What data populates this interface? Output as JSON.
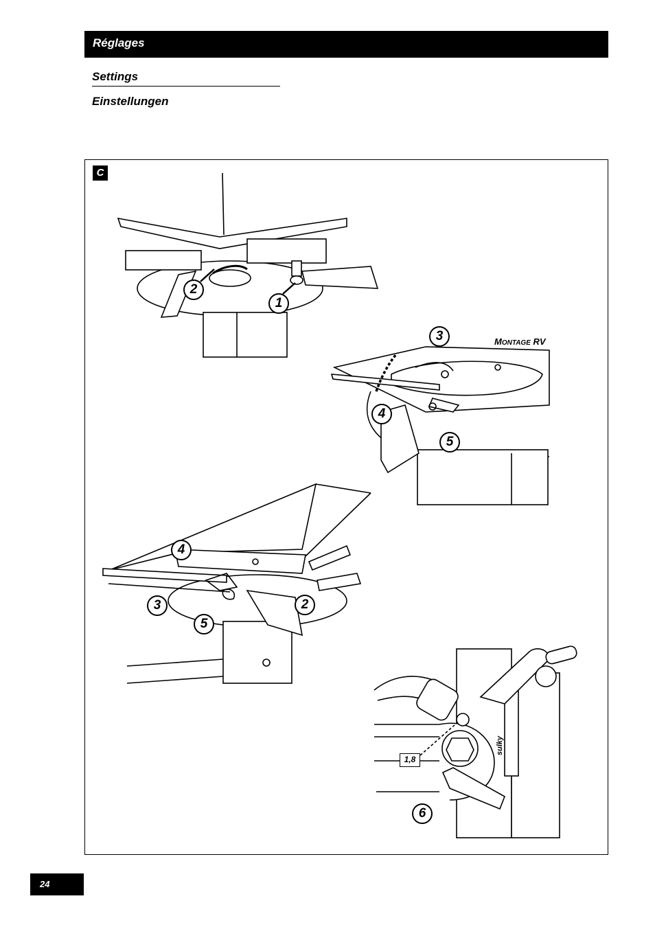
{
  "header": {
    "title": "Réglages"
  },
  "subtitles": {
    "en": "Settings",
    "de": "Einstellungen"
  },
  "figure": {
    "label": "C",
    "montage_label_first": "M",
    "montage_label_rest": "ONTAGE",
    "montage_suffix": " RV",
    "dial_value": "1,8",
    "brand_text": "sulky",
    "callouts": {
      "c1": "1",
      "c2a": "2",
      "c3a": "3",
      "c4a": "4",
      "c5a": "5",
      "c4b": "4",
      "c3b": "3",
      "c5b": "5",
      "c2b": "2",
      "c6": "6"
    }
  },
  "footer": {
    "page_number": "24"
  }
}
